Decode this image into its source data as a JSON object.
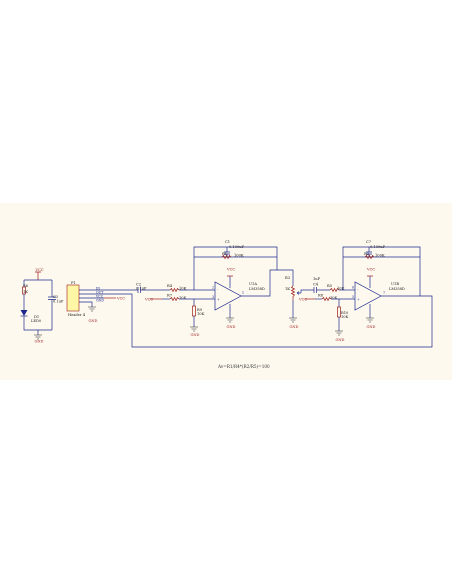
{
  "nets": {
    "vcc": "VCC",
    "gnd": "GND"
  },
  "header": {
    "pins": [
      "IN",
      "OUT",
      "VCC",
      "GND"
    ]
  },
  "opamp": {
    "inverting": "-",
    "non_inverting": "+",
    "pins": {
      "inv1": "2",
      "non1": "3",
      "out1": "1",
      "inv2": "6",
      "non2": "5",
      "out2": "7"
    }
  },
  "components": {
    "r6": {
      "ref": "R6",
      "value": "1K"
    },
    "d1": {
      "ref": "D1",
      "value": "LED0"
    },
    "c3": {
      "ref": "C3",
      "value": "0.1uF"
    },
    "p1": {
      "ref": "P1",
      "value": "Header 4"
    },
    "c2": {
      "ref": "C2",
      "value": "0.1uF"
    },
    "r4": {
      "ref": "R4",
      "value": "10K"
    },
    "r7": {
      "ref": "R7",
      "value": "10K"
    },
    "r9": {
      "ref": "R9",
      "value": "10K"
    },
    "c1": {
      "ref": "C1",
      "value": "0.100uF"
    },
    "r1": {
      "ref": "R1",
      "value": "100K"
    },
    "u1a": {
      "ref": "U1A",
      "value": "LM358D"
    },
    "r3": {
      "ref": "R3",
      "value": "1K"
    },
    "c4": {
      "ref": "C4",
      "value": "1uF"
    },
    "r5": {
      "ref": "R5",
      "value": "10K"
    },
    "r8": {
      "ref": "R8",
      "value": "10K"
    },
    "r10": {
      "ref": "R10",
      "value": "10K"
    },
    "u1b": {
      "ref": "U1B",
      "value": "LM358D"
    },
    "c7": {
      "ref": "C7",
      "value": "0.100uF"
    },
    "r2": {
      "ref": "R2",
      "value": "100K"
    }
  },
  "caption": "Av=R1/R4*(R2/R5)=100"
}
